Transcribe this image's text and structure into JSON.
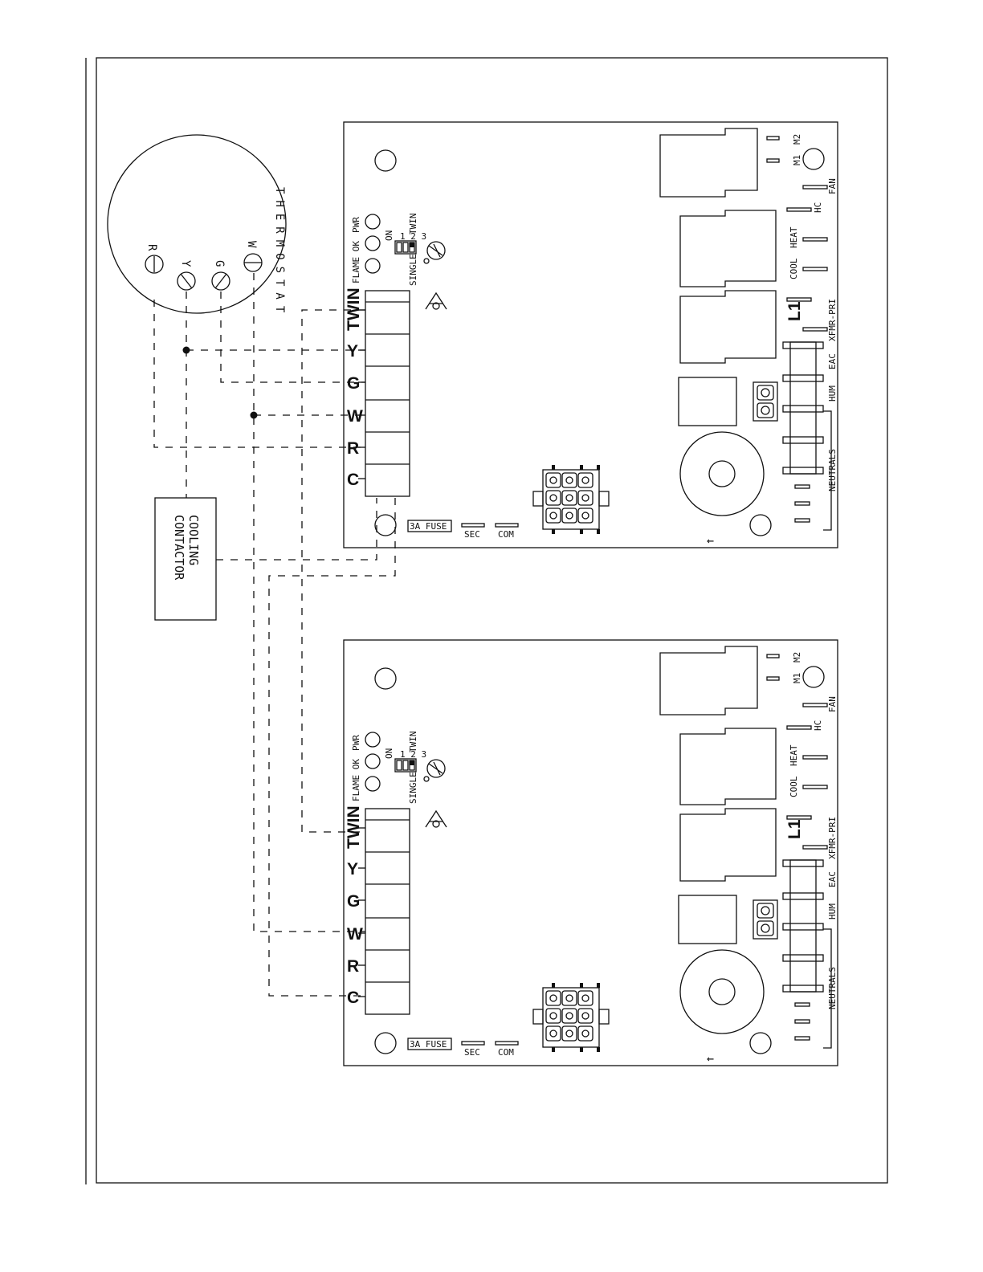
{
  "thermostat": {
    "label": "THERMOSTAT",
    "terminals": {
      "R": "R",
      "Y": "Y",
      "G": "G",
      "W": "W"
    }
  },
  "contactor": {
    "line1": "COOLING",
    "line2": "CONTACTOR"
  },
  "board": {
    "leds": {
      "flame_ok": "FLAME OK",
      "pwr": "PWR"
    },
    "dip": {
      "nums": "1 2 3",
      "on": "ON",
      "twin": "TWIN",
      "single": "SINGLE"
    },
    "terminals": [
      "TWIN",
      "Y",
      "G",
      "W",
      "R",
      "C"
    ],
    "fuse": "3A FUSE",
    "sec": "SEC",
    "com": "COM",
    "m1": "M1",
    "m2": "M2",
    "fan": "FAN",
    "hc": "HC",
    "heat": "HEAT",
    "cool": "COOL",
    "l1": "L1",
    "xfmr": "XFMR-PRI",
    "eac": "EAC",
    "hum": "HUM",
    "neutrals": "NEUTRALS",
    "arrow": "←"
  }
}
